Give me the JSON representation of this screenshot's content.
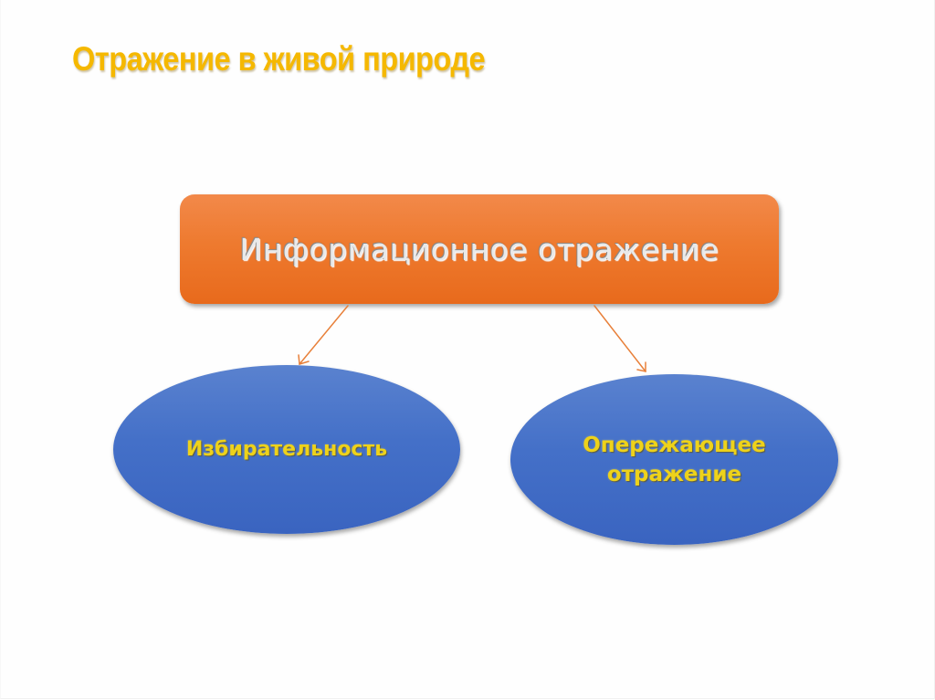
{
  "slide": {
    "title": "Отражение в живой природе",
    "colors": {
      "title": "#f5b800",
      "main_box": "#ee7a2f",
      "main_box_text": "#e9e9e9",
      "ovals": "#4470c8",
      "oval_text": "#eed21a",
      "arrows": "#e8803a",
      "background": "#fefefe"
    }
  },
  "diagram": {
    "root": {
      "label": "Информационное отражение"
    },
    "children": [
      {
        "label": "Избирательность"
      },
      {
        "label": "Опережающее отражение"
      }
    ],
    "connectors": [
      {
        "from": "root",
        "to": "children.0",
        "type": "arrow"
      },
      {
        "from": "root",
        "to": "children.1",
        "type": "arrow"
      }
    ]
  }
}
